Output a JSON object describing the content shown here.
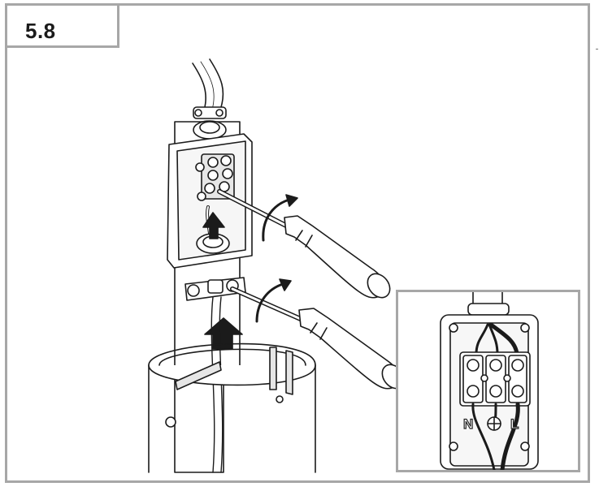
{
  "step": {
    "number": "5.8"
  },
  "inset": {
    "terminal_labels": {
      "neutral": "N",
      "live": "L"
    }
  },
  "colors": {
    "line": "#1b1b1b",
    "frame_border": "#a7a7a7",
    "fill": "#ffffff",
    "shade": "#d9d9d9"
  },
  "icons": [
    "screwdriver-icon",
    "arrow-up-icon",
    "rotate-arrow-icon",
    "ground-symbol-icon"
  ]
}
